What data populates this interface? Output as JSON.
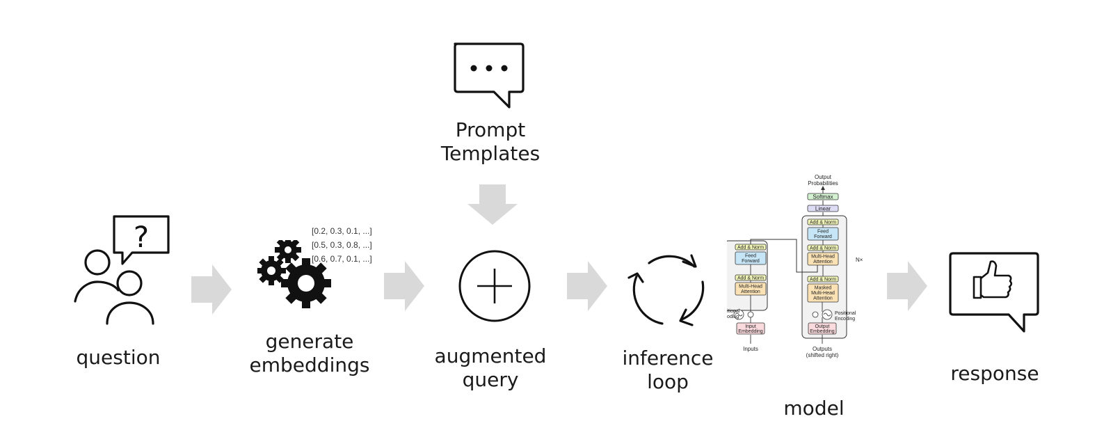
{
  "colors": {
    "arrow": "#d9d9d9",
    "stroke": "#111111",
    "norm": "#f2f5b8",
    "ff": "#c6e6f7",
    "attn": "#fbe2b5",
    "embed": "#fadadd",
    "linear": "#dcdcf5",
    "softmax": "#d3f0d0"
  },
  "labels": {
    "question": "question",
    "embeddings_1": "generate",
    "embeddings_2": "embeddings",
    "prompt_1": "Prompt",
    "prompt_2": "Templates",
    "augmented_1": "augmented",
    "augmented_2": "query",
    "inference_1": "inference",
    "inference_2": "loop",
    "model": "model",
    "response": "response"
  },
  "embedding_vectors": [
    "[0.2, 0.3, 0.1, ...]",
    "[0.5, 0.3, 0.8, ...]",
    "[0.6, 0.7, 0.1, ...]"
  ],
  "icons": [
    "users-question-icon",
    "gears-icon",
    "chat-ellipsis-icon",
    "plus-circle-icon",
    "refresh-loop-icon",
    "transformer-diagram",
    "thumbs-up-chat-icon"
  ],
  "transformer": {
    "output_probabilities_1": "Output",
    "output_probabilities_2": "Probabilities",
    "softmax": "Softmax",
    "linear": "Linear",
    "add_norm": "Add & Norm",
    "feed_1": "Feed",
    "feed_2": "Forward",
    "mha_1": "Multi-Head",
    "mha_2": "Attention",
    "masked_1": "Masked",
    "masked_2": "Multi-Head",
    "masked_3": "Attention",
    "nx_left": "N×",
    "nx_right": "N×",
    "pos_enc_1": "Positional",
    "pos_enc_2": "Encoding",
    "input_emb_1": "Input",
    "input_emb_2": "Embedding",
    "output_emb_1": "Output",
    "output_emb_2": "Embedding",
    "inputs": "Inputs",
    "outputs_1": "Outputs",
    "outputs_2": "(shifted right)"
  }
}
